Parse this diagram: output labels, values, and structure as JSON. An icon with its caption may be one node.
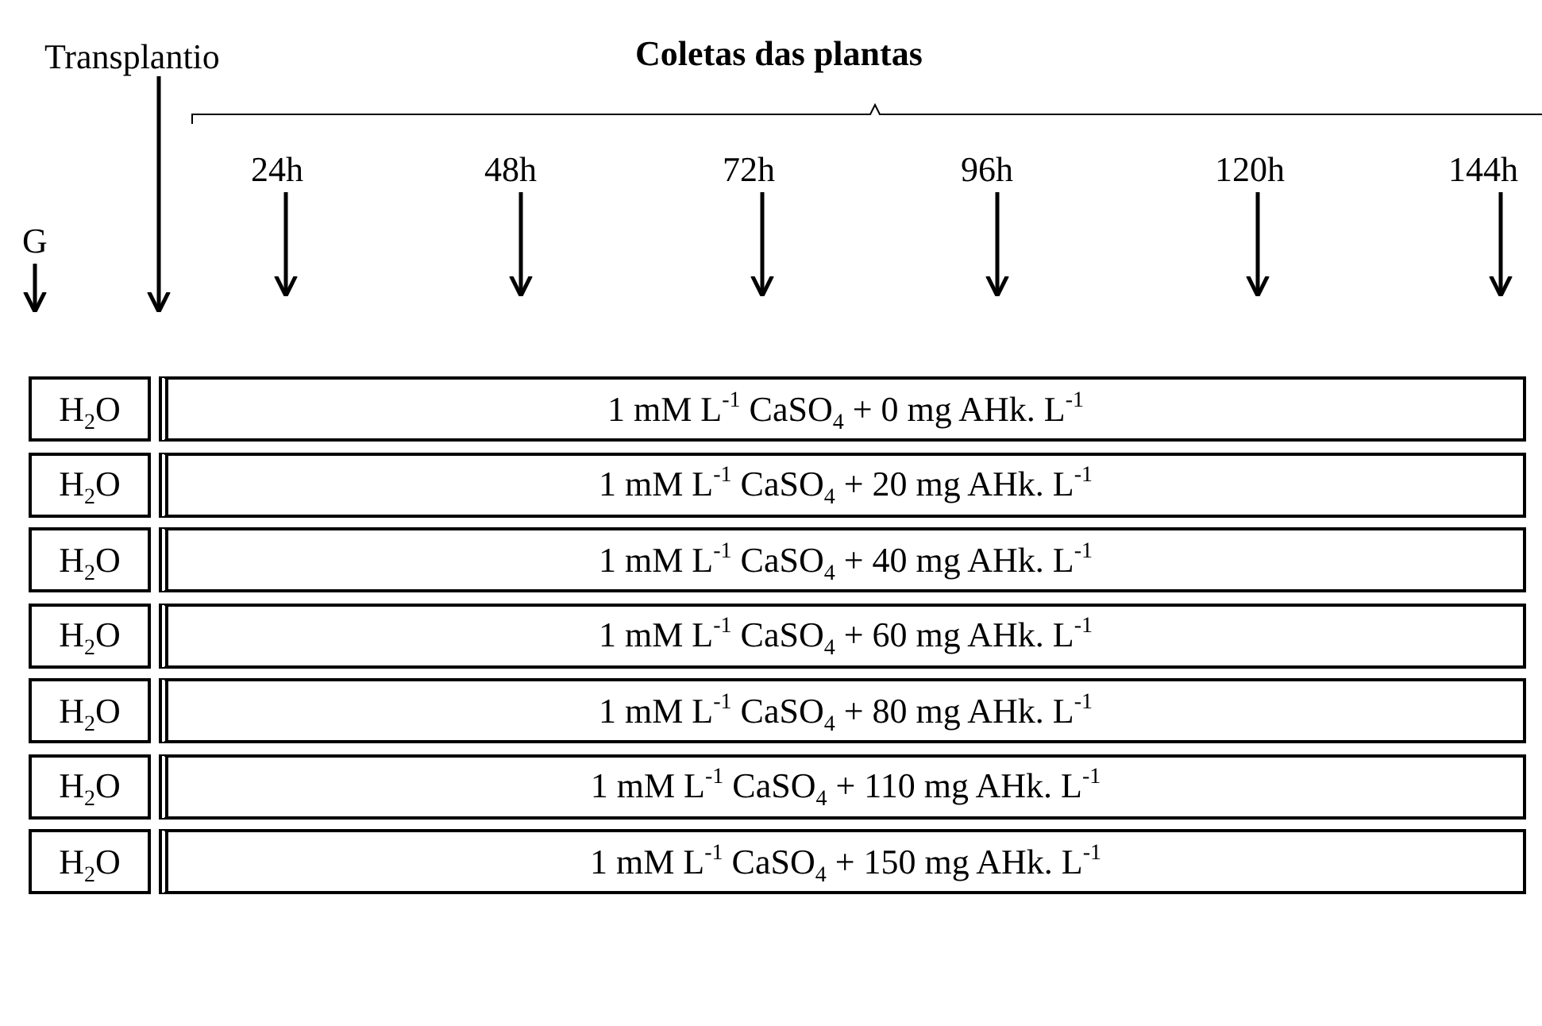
{
  "diagram": {
    "nodes": [
      {
        "text": [
          "G"
        ]
      },
      {
        "text": [
          "Transplantio"
        ]
      },
      {
        "text": [
          "24h"
        ]
      },
      {
        "text": [
          "48h"
        ]
      },
      {
        "text": [
          "72h"
        ]
      },
      {
        "text": [
          "96h"
        ]
      },
      {
        "text": [
          "120h"
        ]
      },
      {
        "text": [
          "144h"
        ]
      },
      {
        "text": [
          "H$_{2}$O"
        ]
      },
      {
        "text": [
          "1 mM L$^{-1}$ CaSO$_{4}$ + 0 mg AHk. L$^{-1}$"
        ]
      },
      {
        "text": [
          "H$_{2}$O"
        ]
      },
      {
        "text": [
          "1 mM L$^{-1}$ CaSO$_{4}$ + 20 mg AHk. L$^{-1}$"
        ]
      },
      {
        "text": [
          "H$_{2}$O"
        ]
      },
      {
        "text": [
          "1 mM L$^{-1}$ CaSO$_{4}$ + 40 mg AHk. L$^{-1}$"
        ]
      },
      {
        "text": [
          "H$_{2}$O"
        ]
      },
      {
        "text": [
          "1 mM L$^{-1}$ CaSO$_{4}$ + 60 mg AHk. L$^{-1}$"
        ]
      },
      {
        "text": [
          "H$_{2}$O"
        ]
      },
      {
        "text": [
          "1 mM L$^{-1}$ CaSO$_{4}$ + 80 mg AHk. L$^{-1}$"
        ]
      },
      {
        "text": [
          "H$_{2}$O"
        ]
      },
      {
        "text": [
          "1 mM L$^{-1}$ CaSO$_{4}$ + 110 mg AHk. L$^{-1}$"
        ]
      },
      {
        "text": [
          "H$_{2}$O"
        ]
      },
      {
        "text": [
          "1 mM L$^{-1}$ CaSO$_{4}$ + 150 mg AHk. L$^{-1}$"
        ]
      }
    ],
    "edges": [
      {
        "from": 0,
        "to": null,
        "arrow": "to"
      },
      {
        "from": 1,
        "to": null,
        "arrow": "to"
      },
      {
        "from": 2,
        "to": null,
        "arrow": "to"
      },
      {
        "from": 3,
        "to": null,
        "arrow": "to"
      },
      {
        "from": 4,
        "to": null,
        "arrow": "to"
      },
      {
        "from": 5,
        "to": null,
        "arrow": "to"
      },
      {
        "from": 6,
        "to": null,
        "arrow": "to"
      },
      {
        "from": 7,
        "to": null,
        "arrow": "to"
      }
    ],
    "labels": [
      "Coletas das plantas"
    ]
  }
}
